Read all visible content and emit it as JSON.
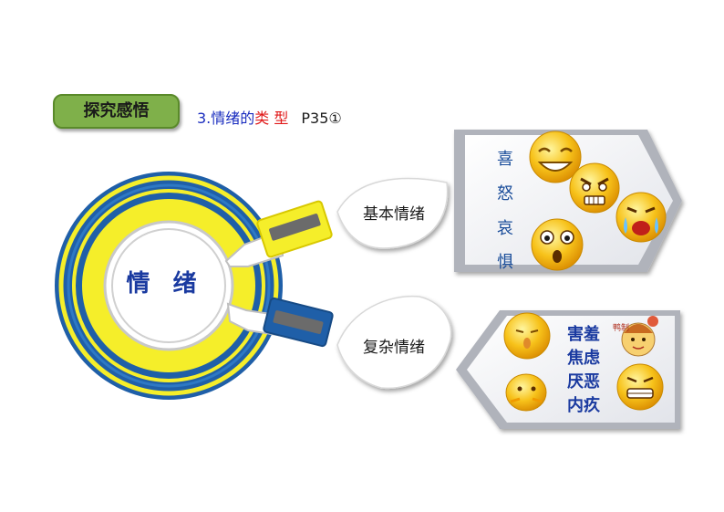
{
  "tag": {
    "label": "探究感悟"
  },
  "heading": {
    "part1": "3.情绪的",
    "part2": "类  型",
    "part3": "P35①"
  },
  "center": {
    "label": "情 绪"
  },
  "basic": {
    "label": "基本情绪",
    "items": [
      "喜",
      "怒",
      "哀",
      "惧"
    ]
  },
  "complex": {
    "label": "复杂情绪",
    "items": [
      "害羞",
      "焦虑",
      "厌恶",
      "内疚"
    ],
    "sticker": "鸭制"
  },
  "colors": {
    "ring_blue": "#1f5fa8",
    "ring_yellow": "#f5ee2a",
    "emoji_yellow": "#f7c21a",
    "text_blue": "#1a3aa0",
    "tag_green": "#7fb04a"
  }
}
